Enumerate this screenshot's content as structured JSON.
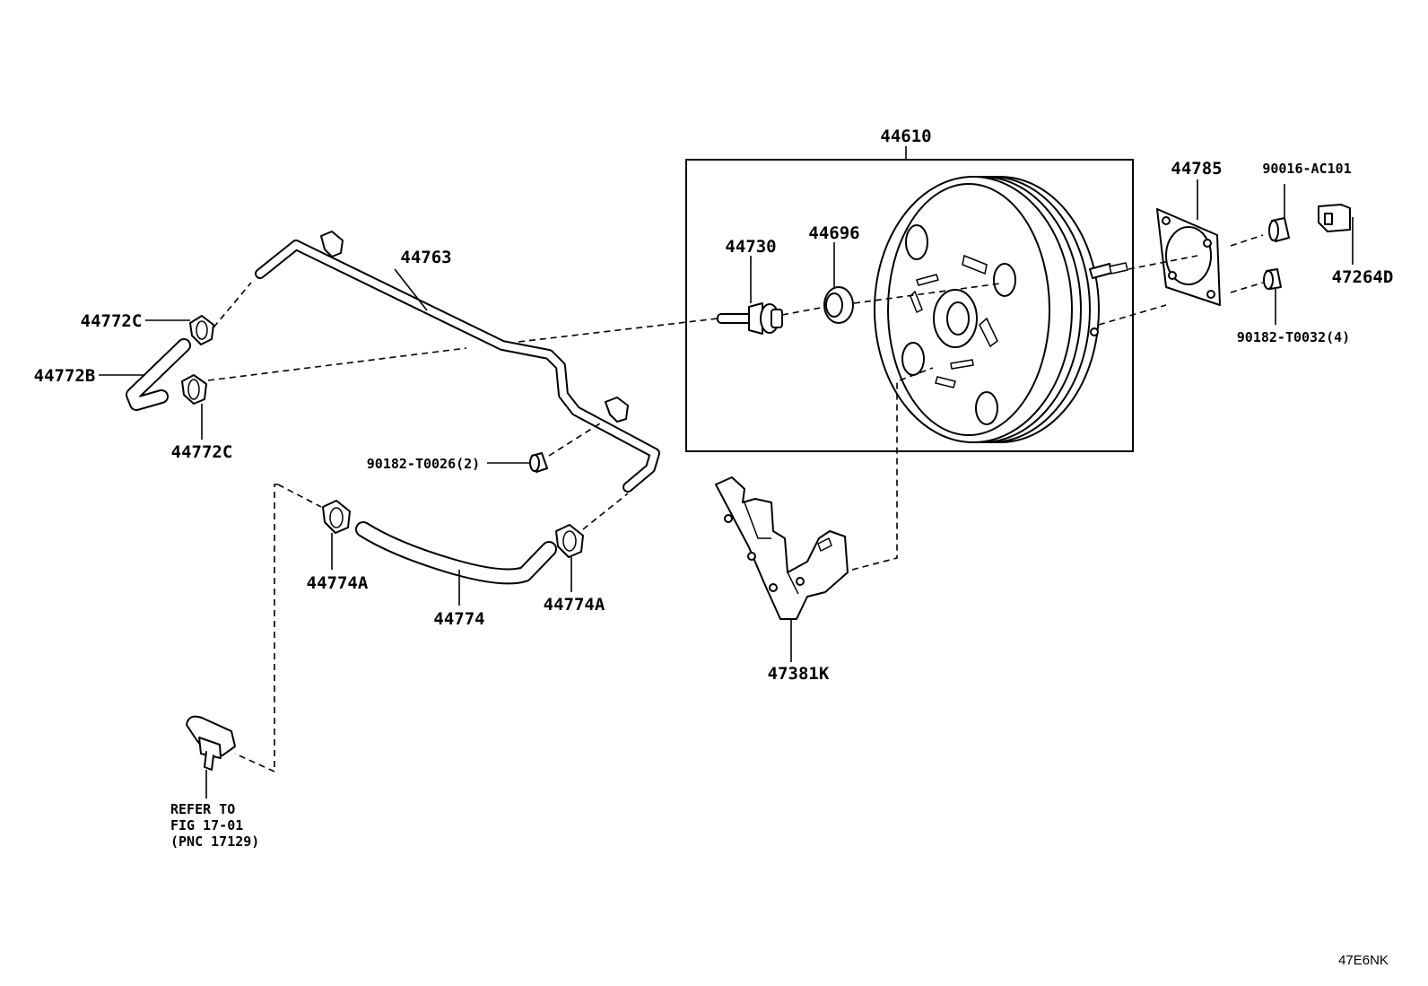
{
  "labels": {
    "p44610": "44610",
    "p44785": "44785",
    "p90016": "90016-AC101",
    "p47264": "47264D",
    "p90182_t0032": "90182-T0032(4)",
    "p44730": "44730",
    "p44696": "44696",
    "p44763": "44763",
    "p44772c_top": "44772C",
    "p44772b": "44772B",
    "p44772c_bot": "44772C",
    "p90182_t0026": "90182-T0026(2)",
    "p44774a_left": "44774A",
    "p44774a_right": "44774A",
    "p44774": "44774",
    "p47381k": "47381K",
    "refer_line1": "REFER TO",
    "refer_line2": "FIG 17-01",
    "refer_line3": "(PNC 17129)"
  },
  "diagram_code": "47E6NK"
}
